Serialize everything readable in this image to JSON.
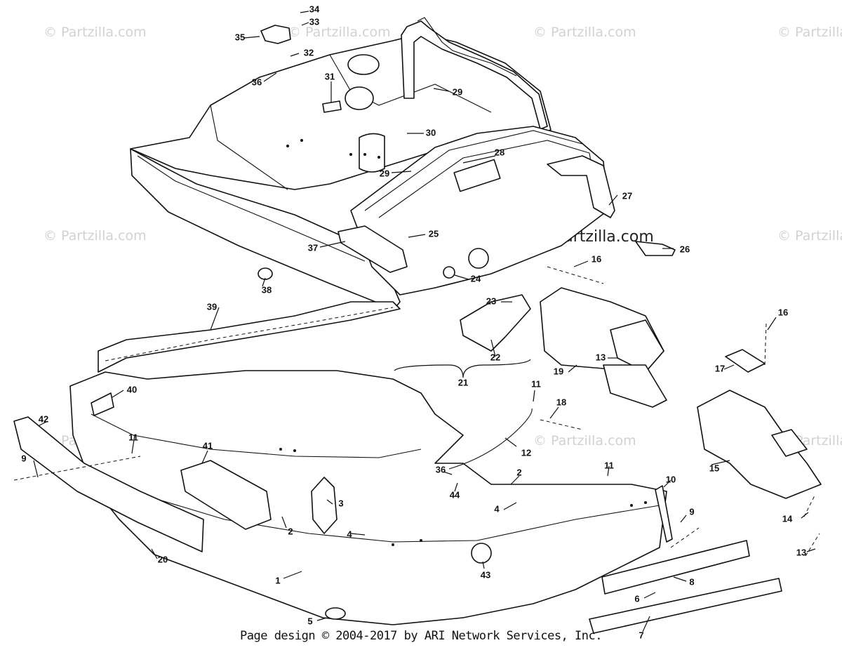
{
  "watermark": "© Partzilla.com",
  "center_watermark": "© Partzilla.com",
  "footer": "Page design © 2004-2017 by ARI Network Services, Inc.",
  "callouts": [
    {
      "id": "c34",
      "label": "34"
    },
    {
      "id": "c33",
      "label": "33"
    },
    {
      "id": "c35",
      "label": "35"
    },
    {
      "id": "c32",
      "label": "32"
    },
    {
      "id": "c36a",
      "label": "36"
    },
    {
      "id": "c31",
      "label": "31"
    },
    {
      "id": "c29a",
      "label": "29"
    },
    {
      "id": "c30",
      "label": "30"
    },
    {
      "id": "c29b",
      "label": "29"
    },
    {
      "id": "c28",
      "label": "28"
    },
    {
      "id": "c27",
      "label": "27"
    },
    {
      "id": "c26",
      "label": "26"
    },
    {
      "id": "c25",
      "label": "25"
    },
    {
      "id": "c37",
      "label": "37"
    },
    {
      "id": "c16a",
      "label": "16"
    },
    {
      "id": "c38",
      "label": "38"
    },
    {
      "id": "c24",
      "label": "24"
    },
    {
      "id": "c39",
      "label": "39"
    },
    {
      "id": "c23",
      "label": "23"
    },
    {
      "id": "c22",
      "label": "22"
    },
    {
      "id": "c21",
      "label": "21"
    },
    {
      "id": "c19",
      "label": "19"
    },
    {
      "id": "c13a",
      "label": "13"
    },
    {
      "id": "c16b",
      "label": "16"
    },
    {
      "id": "c17",
      "label": "17"
    },
    {
      "id": "c40",
      "label": "40"
    },
    {
      "id": "c11a",
      "label": "11"
    },
    {
      "id": "c18",
      "label": "18"
    },
    {
      "id": "c42",
      "label": "42"
    },
    {
      "id": "c11b",
      "label": "11"
    },
    {
      "id": "c12",
      "label": "12"
    },
    {
      "id": "c9a",
      "label": "9"
    },
    {
      "id": "c41",
      "label": "41"
    },
    {
      "id": "c36b",
      "label": "36"
    },
    {
      "id": "c44",
      "label": "44"
    },
    {
      "id": "c2a",
      "label": "2"
    },
    {
      "id": "c11c",
      "label": "11"
    },
    {
      "id": "c15",
      "label": "15"
    },
    {
      "id": "c10",
      "label": "10"
    },
    {
      "id": "c3",
      "label": "3"
    },
    {
      "id": "c4a",
      "label": "4"
    },
    {
      "id": "c2b",
      "label": "2"
    },
    {
      "id": "c4b",
      "label": "4"
    },
    {
      "id": "c9b",
      "label": "9"
    },
    {
      "id": "c14",
      "label": "14"
    },
    {
      "id": "c20",
      "label": "20"
    },
    {
      "id": "c43",
      "label": "43"
    },
    {
      "id": "c13b",
      "label": "13"
    },
    {
      "id": "c8",
      "label": "8"
    },
    {
      "id": "c1",
      "label": "1"
    },
    {
      "id": "c6",
      "label": "6"
    },
    {
      "id": "c5",
      "label": "5"
    },
    {
      "id": "c7",
      "label": "7"
    }
  ]
}
